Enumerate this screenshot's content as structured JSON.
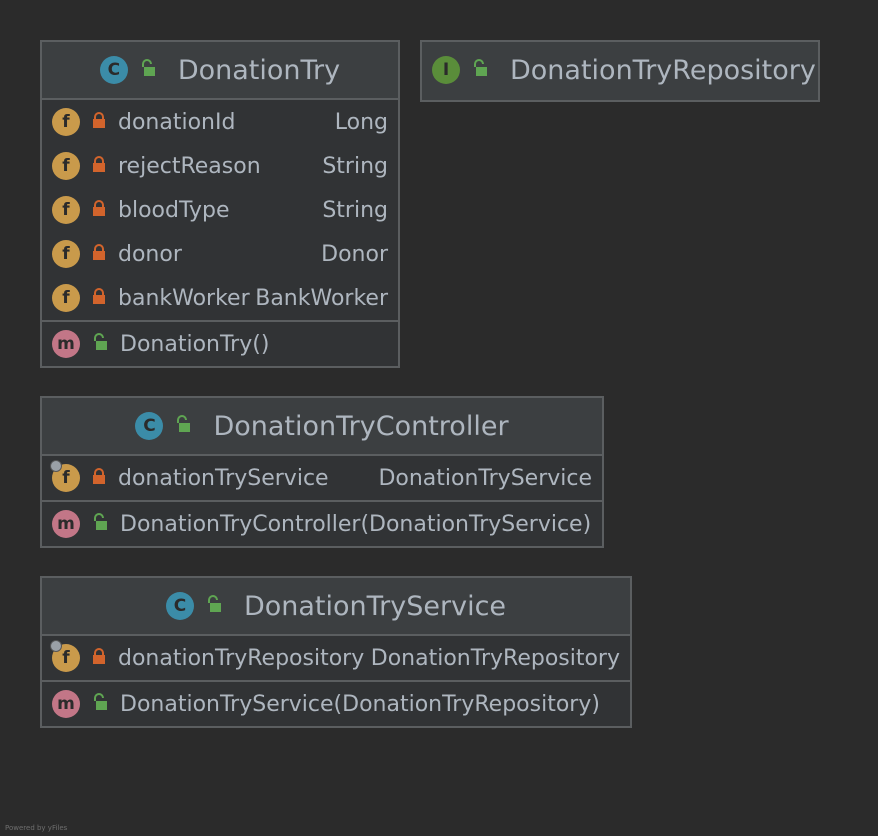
{
  "classes": [
    {
      "kind_letter": "C",
      "title": "DonationTry",
      "fields": [
        {
          "name": "donationId",
          "type": "Long"
        },
        {
          "name": "rejectReason",
          "type": "String"
        },
        {
          "name": "bloodType",
          "type": "String"
        },
        {
          "name": "donor",
          "type": "Donor"
        },
        {
          "name": "bankWorker",
          "type": "BankWorker"
        }
      ],
      "methods": [
        {
          "name": "DonationTry()"
        }
      ]
    },
    {
      "kind_letter": "I",
      "title": "DonationTryRepository"
    },
    {
      "kind_letter": "C",
      "title": "DonationTryController",
      "fields": [
        {
          "name": "donationTryService",
          "type": "DonationTryService"
        }
      ],
      "methods": [
        {
          "name": "DonationTryController(DonationTryService)"
        }
      ]
    },
    {
      "kind_letter": "C",
      "title": "DonationTryService",
      "fields": [
        {
          "name": "donationTryRepository",
          "type": "DonationTryRepository"
        }
      ],
      "methods": [
        {
          "name": "DonationTryService(DonationTryRepository)"
        }
      ]
    }
  ],
  "badges": {
    "field": "f",
    "method": "m"
  },
  "footer": "Powered by yFiles",
  "colors": {
    "background": "#2b2b2b",
    "class_badge": "#3b8ca8",
    "interface_badge": "#5a8d3a",
    "field_badge": "#c99a4b",
    "method_badge": "#c27687",
    "private_lock": "#d2642c",
    "public_lock": "#5fa552"
  }
}
